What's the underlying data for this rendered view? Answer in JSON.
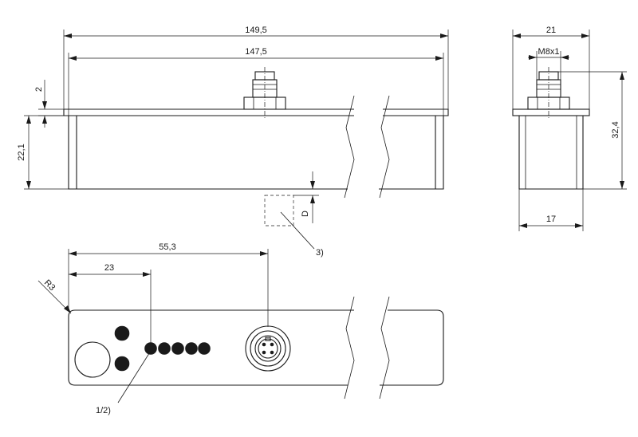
{
  "dimensions": {
    "overall_length": "149,5",
    "inner_length": "147,5",
    "width": "21",
    "thread": "M8x1",
    "plate_thickness": "2",
    "body_height": "22,1",
    "total_height": "32,4",
    "body_width": "17",
    "offset_d": "D",
    "connector_pos": "55,3",
    "led_pos": "23",
    "radius": "R3"
  },
  "callouts": {
    "sensing_note": "3)",
    "led_note": "1/2)"
  }
}
